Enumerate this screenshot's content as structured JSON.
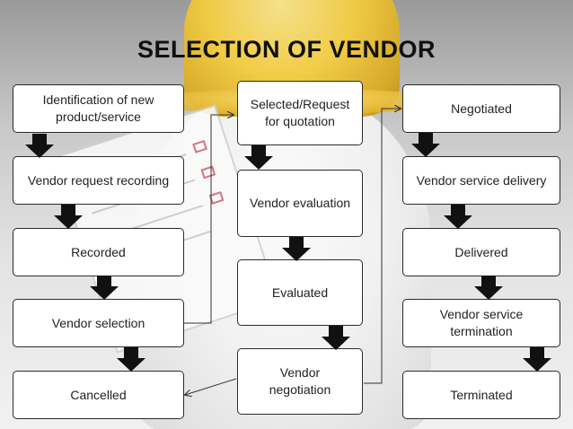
{
  "title": "SELECTION OF VENDOR",
  "columns": [
    {
      "boxes": [
        "Identification of new\nproduct/service",
        "Vendor request recording",
        "Recorded",
        "Vendor selection",
        "Cancelled"
      ]
    },
    {
      "boxes": [
        "Selected/Request\nfor quotation",
        "Vendor evaluation",
        "Evaluated",
        "Vendor\nnegotiation"
      ]
    },
    {
      "boxes": [
        "Negotiated",
        "Vendor service delivery",
        "Delivered",
        "Vendor service\ntermination",
        "Terminated"
      ]
    }
  ],
  "colors": {
    "box_border": "#2a2a2a",
    "arrow": "#111111",
    "title": "#111111"
  }
}
